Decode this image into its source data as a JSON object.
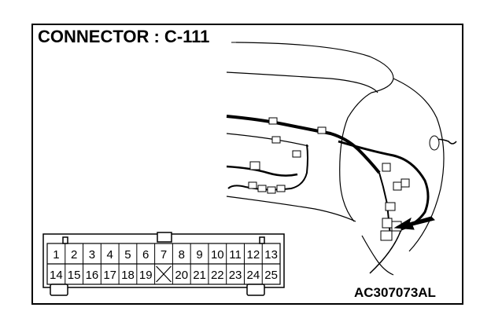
{
  "title": "CONNECTOR : C-111",
  "figure_id": "AC307073AL",
  "connector": {
    "top_row": [
      "1",
      "2",
      "3",
      "4",
      "5",
      "6",
      "7",
      "8",
      "9",
      "10",
      "11",
      "12",
      "13"
    ],
    "bottom_row": [
      "14",
      "15",
      "16",
      "17",
      "18",
      "19",
      "",
      "20",
      "21",
      "22",
      "23",
      "24",
      "25"
    ]
  }
}
